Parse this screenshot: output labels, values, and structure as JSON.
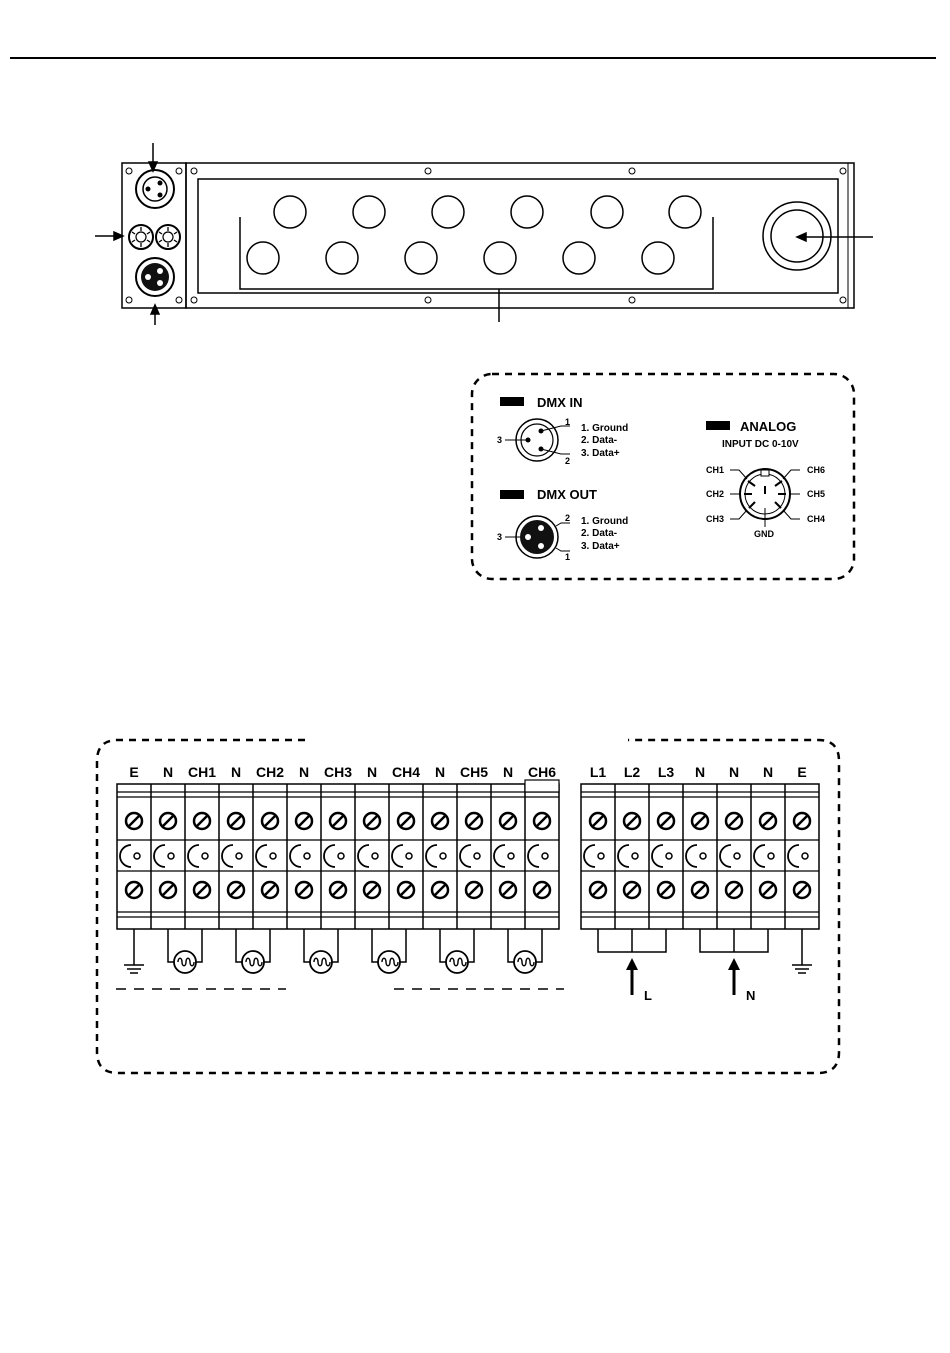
{
  "pinout": {
    "dmx_in": {
      "title": "DMX IN",
      "pins": [
        "1. Ground",
        "2. Data-",
        "3. Data+"
      ],
      "num_1": "1",
      "num_2": "2",
      "num_3": "3"
    },
    "dmx_out": {
      "title": "DMX OUT",
      "pins": [
        "1. Ground",
        "2. Data-",
        "3. Data+"
      ],
      "num_1": "1",
      "num_2": "2",
      "num_3": "3"
    },
    "analog": {
      "title": "ANALOG",
      "subtitle": "INPUT DC 0-10V",
      "channels": [
        "CH1",
        "CH2",
        "CH3",
        "CH4",
        "CH5",
        "CH6"
      ],
      "gnd": "GND"
    }
  },
  "terminals": {
    "output_labels": [
      "E",
      "N",
      "CH1",
      "N",
      "CH2",
      "N",
      "CH3",
      "N",
      "CH4",
      "N",
      "CH5",
      "N",
      "CH6"
    ],
    "input_labels": [
      "L1",
      "L2",
      "L3",
      "N",
      "N",
      "N",
      "E"
    ],
    "arrow_l": "L",
    "arrow_n": "N"
  }
}
